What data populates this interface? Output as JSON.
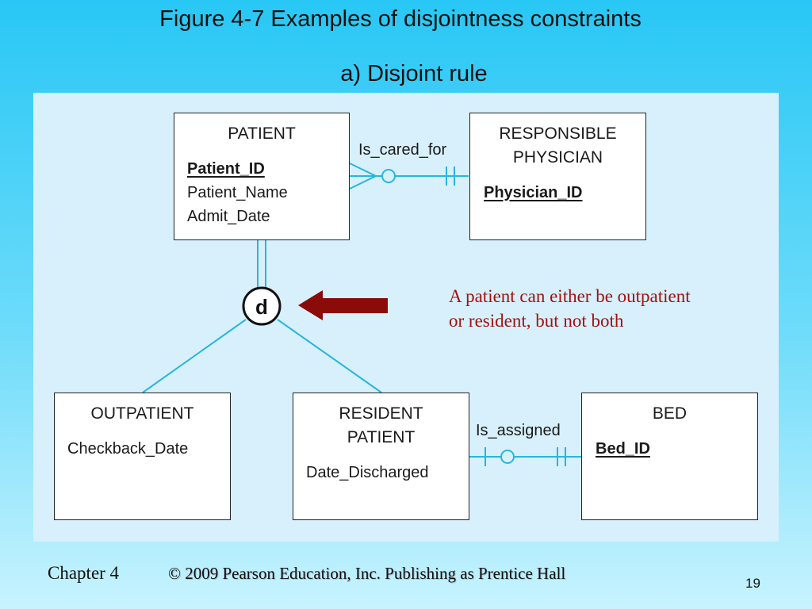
{
  "slide": {
    "title": "Figure 4-7 Examples of disjointness constraints",
    "subtitle": "a) Disjoint rule"
  },
  "entities": {
    "patient": {
      "name": "PATIENT",
      "pk": "Patient_ID",
      "attrs": [
        "Patient_Name",
        "Admit_Date"
      ]
    },
    "physician": {
      "name_line1": "RESPONSIBLE",
      "name_line2": "PHYSICIAN",
      "pk": "Physician_ID"
    },
    "outpatient": {
      "name": "OUTPATIENT",
      "attrs": [
        "Checkback_Date"
      ]
    },
    "resident": {
      "name_line1": "RESIDENT",
      "name_line2": "PATIENT",
      "attrs": [
        "Date_Discharged"
      ]
    },
    "bed": {
      "name": "BED",
      "pk": "Bed_ID"
    }
  },
  "relationships": {
    "cared_for": "Is_cared_for",
    "assigned": "Is_assigned"
  },
  "constraint": {
    "symbol": "d"
  },
  "annotation": {
    "line1": "A patient can either be outpatient",
    "line2": "or resident, but not both",
    "arrow_color": "#8b0a0a"
  },
  "footer": {
    "chapter": "Chapter 4",
    "copyright": "© 2009 Pearson Education, Inc.  Publishing as Prentice Hall",
    "page": "19"
  },
  "colors": {
    "connector": "#29b6dc",
    "note": "#a31010"
  }
}
